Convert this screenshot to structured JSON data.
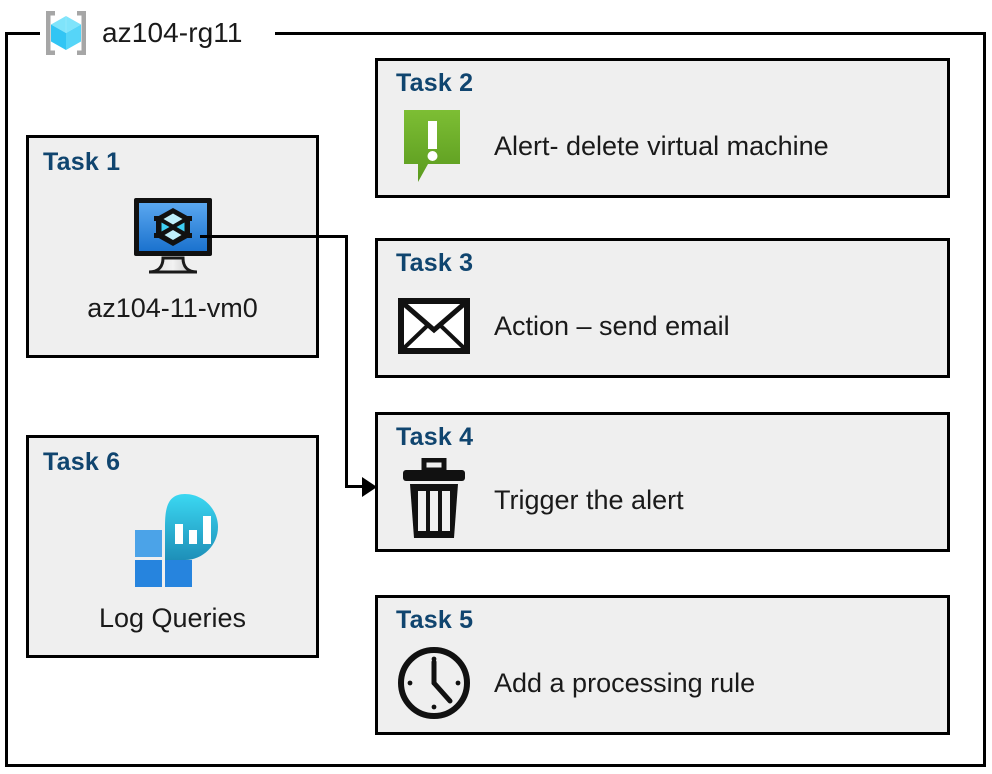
{
  "resource_group": {
    "icon": "resource-group-cube-icon",
    "name": "az104-rg11"
  },
  "colors": {
    "task_label": "#10456F",
    "box_fill": "#EFEFEF",
    "box_border": "#000000",
    "page_bg": "#FFFFFF",
    "alert_green": "#6CAE2B",
    "vm_blue": "#3C8EE0",
    "log_cyan": "#31C3E8",
    "log_blue": "#2B8CE0"
  },
  "tasks": [
    {
      "id": "task-1",
      "label": "Task 1",
      "icon": "virtual-machine-icon",
      "caption": "az104-11-vm0",
      "layout": "left-column"
    },
    {
      "id": "task-2",
      "label": "Task 2",
      "icon": "alert-exclamation-icon",
      "caption": "Alert- delete virtual machine",
      "layout": "right-column"
    },
    {
      "id": "task-3",
      "label": "Task 3",
      "icon": "envelope-icon",
      "caption": "Action – send email",
      "layout": "right-column"
    },
    {
      "id": "task-4",
      "label": "Task 4",
      "icon": "trash-can-icon",
      "caption": "Trigger the alert",
      "layout": "right-column"
    },
    {
      "id": "task-5",
      "label": "Task 5",
      "icon": "clock-icon",
      "caption": "Add a processing rule",
      "layout": "right-column"
    },
    {
      "id": "task-6",
      "label": "Task 6",
      "icon": "log-analytics-icon",
      "caption": "Log Queries",
      "layout": "left-column"
    }
  ],
  "connector": {
    "from": "task-1",
    "to": "task-4",
    "style": "elbow-arrow"
  }
}
